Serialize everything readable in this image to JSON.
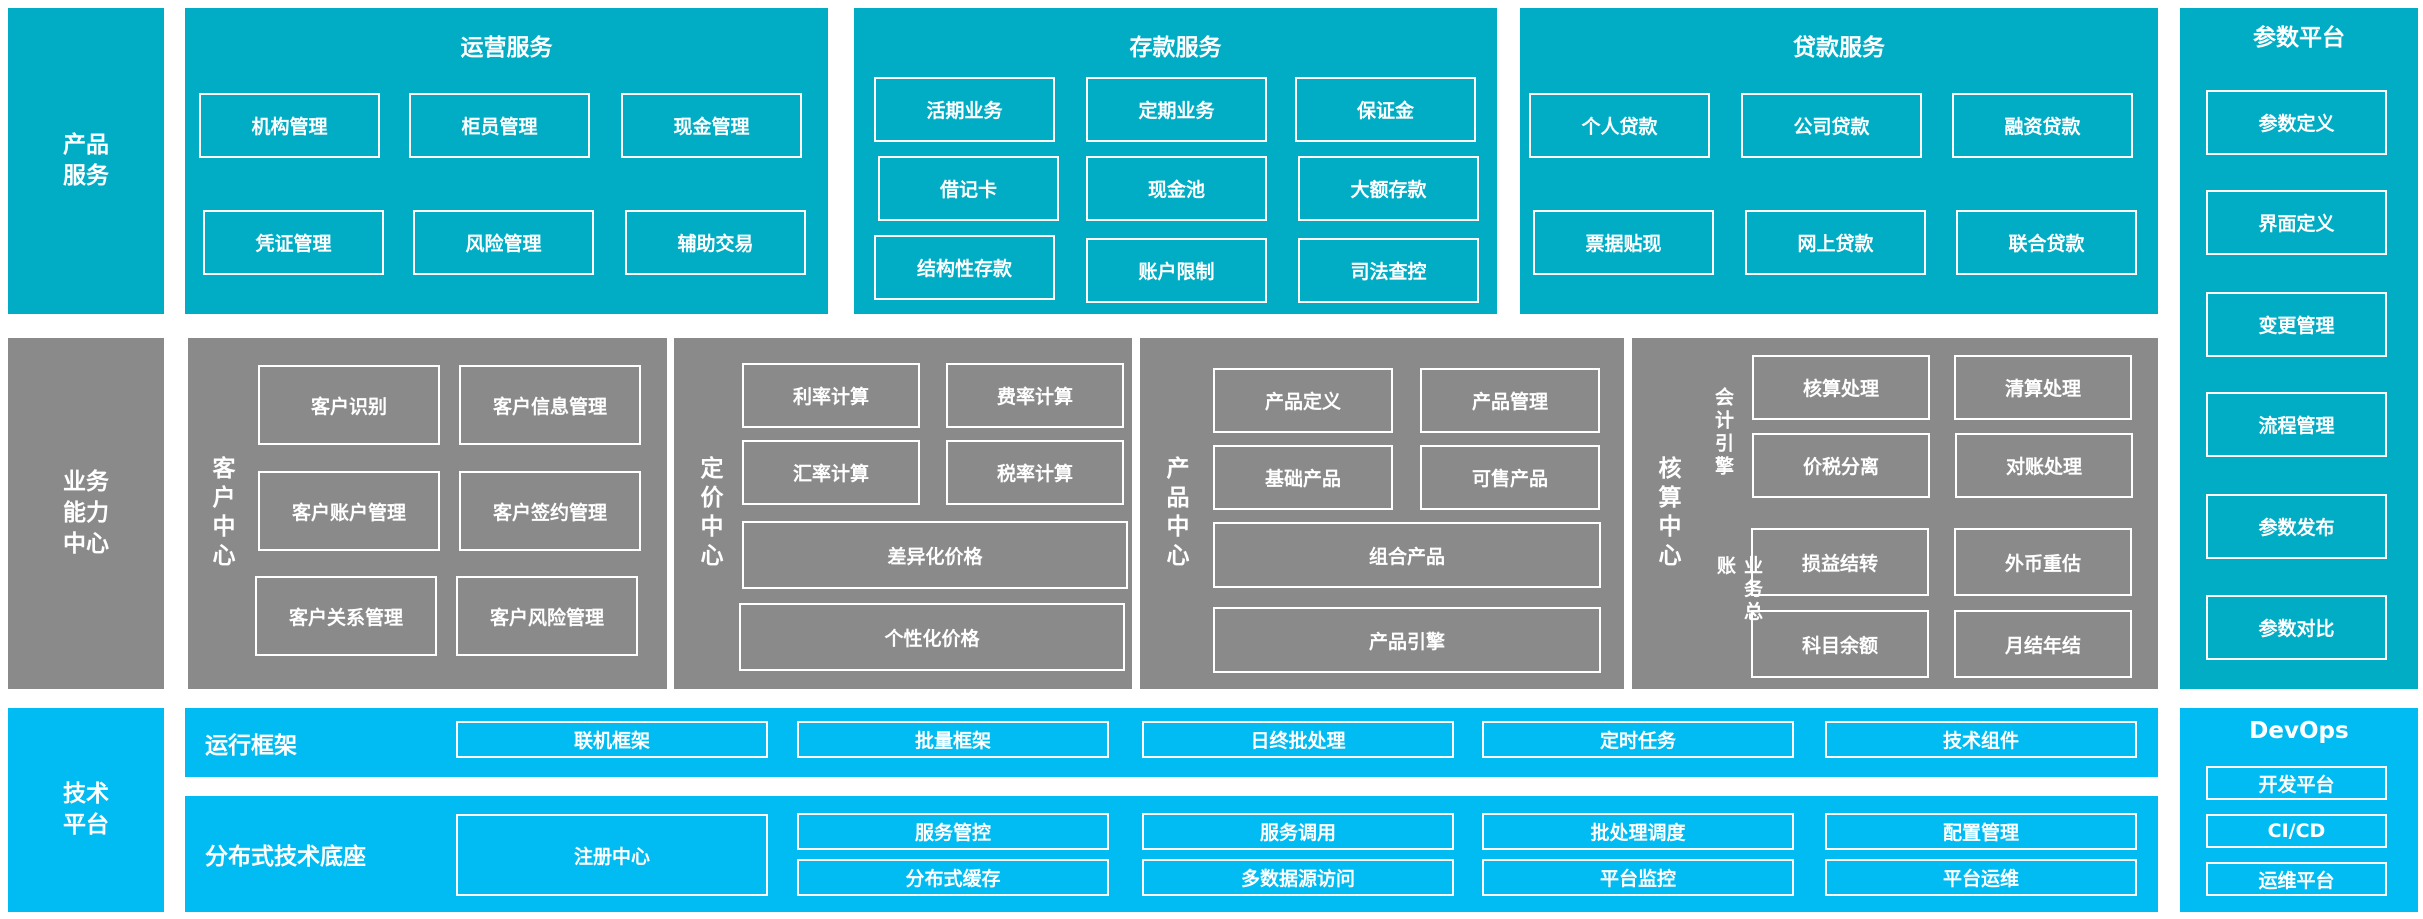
{
  "left_labels": {
    "product": "产品\n服务",
    "capability": "业务\n能力\n中心",
    "tech": "技术\n平台"
  },
  "ops": {
    "title": "运营服务",
    "items": [
      "机构管理",
      "柜员管理",
      "现金管理",
      "凭证管理",
      "风险管理",
      "辅助交易"
    ]
  },
  "deposit": {
    "title": "存款服务",
    "items": [
      "活期业务",
      "定期业务",
      "保证金",
      "借记卡",
      "现金池",
      "大额存款",
      "结构性存款",
      "账户限制",
      "司法查控"
    ]
  },
  "loan": {
    "title": "贷款服务",
    "items": [
      "个人贷款",
      "公司贷款",
      "融资贷款",
      "票据贴现",
      "网上贷款",
      "联合贷款"
    ]
  },
  "param": {
    "title": "参数平台",
    "items": [
      "参数定义",
      "界面定义",
      "变更管理",
      "流程管理",
      "参数发布",
      "参数对比"
    ]
  },
  "customer": {
    "title": "客户中心",
    "items": [
      "客户识别",
      "客户信息管理",
      "客户账户管理",
      "客户签约管理",
      "客户关系管理",
      "客户风险管理"
    ]
  },
  "pricing": {
    "title": "定价中心",
    "items": [
      "利率计算",
      "费率计算",
      "汇率计算",
      "税率计算",
      "差异化价格",
      "个性化价格"
    ]
  },
  "product": {
    "title": "产品中心",
    "items": [
      "产品定义",
      "产品管理",
      "基础产品",
      "可售产品",
      "组合产品",
      "产品引擎"
    ]
  },
  "accounting": {
    "title": "核算中心",
    "engine_label": "会计引擎",
    "ledger_label": "业务总账",
    "items": [
      "核算处理",
      "清算处理",
      "价税分离",
      "对账处理",
      "损益结转",
      "外币重估",
      "科目余额",
      "月结年结"
    ]
  },
  "runtime": {
    "title": "运行框架",
    "items": [
      "联机框架",
      "批量框架",
      "日终批处理",
      "定时任务",
      "技术组件"
    ]
  },
  "distributed": {
    "title": "分布式技术底座",
    "registry": "注册中心",
    "items": [
      "服务管控",
      "服务调用",
      "批处理调度",
      "配置管理",
      "分布式缓存",
      "多数据源访问",
      "平台监控",
      "平台运维"
    ]
  },
  "devops": {
    "title": "DevOps",
    "items": [
      "开发平台",
      "CI/CD",
      "运维平台"
    ]
  },
  "colors": {
    "service": "#00adc5",
    "capability": "#8a8a8a",
    "tech": "#00bcf2"
  }
}
